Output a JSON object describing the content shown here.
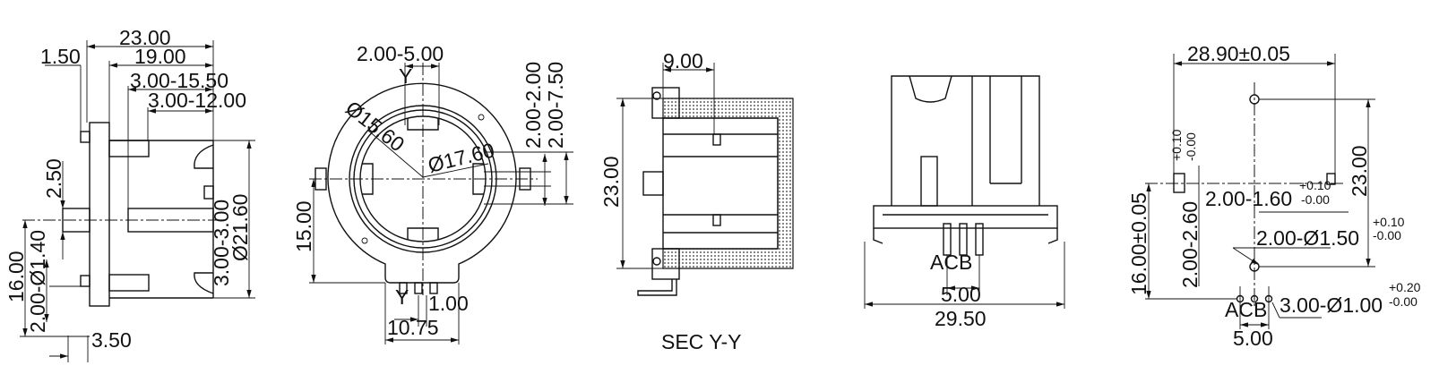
{
  "side_view": {
    "dims": [
      "23.00",
      "19.00",
      "1.50",
      "3.00-15.50",
      "3.00-12.00",
      "2.50",
      "16.00",
      "2.00-Ø1.40",
      "3.50",
      "3.00-3.00",
      "Ø21.60"
    ]
  },
  "front_view": {
    "dims": [
      "2.00-5.00",
      "2.00-2.00",
      "2.00-7.50",
      "Ø15.60",
      "Ø17.60",
      "15.00",
      "1.00",
      "10.75"
    ],
    "section_marks": [
      "Y",
      "Y"
    ]
  },
  "section_view": {
    "dims": [
      "9.00",
      "23.00"
    ],
    "caption": "SEC  Y-Y"
  },
  "rear_view": {
    "dims": [
      "5.00",
      "29.50"
    ],
    "pin_labels": "ACB"
  },
  "footprint_view": {
    "dims": [
      "28.90±0.05",
      "23.00",
      "16.00±0.05",
      "2.00-2.60",
      "2.00-1.60",
      "2.00-Ø1.50",
      "3.00-Ø1.00",
      "5.00"
    ],
    "tolerances": [
      "+0.10",
      "-0.00",
      "+0.10",
      "-0.00",
      "+0.10",
      "-0.00",
      "+0.20",
      "-0.00"
    ],
    "pin_labels": "ACB"
  }
}
